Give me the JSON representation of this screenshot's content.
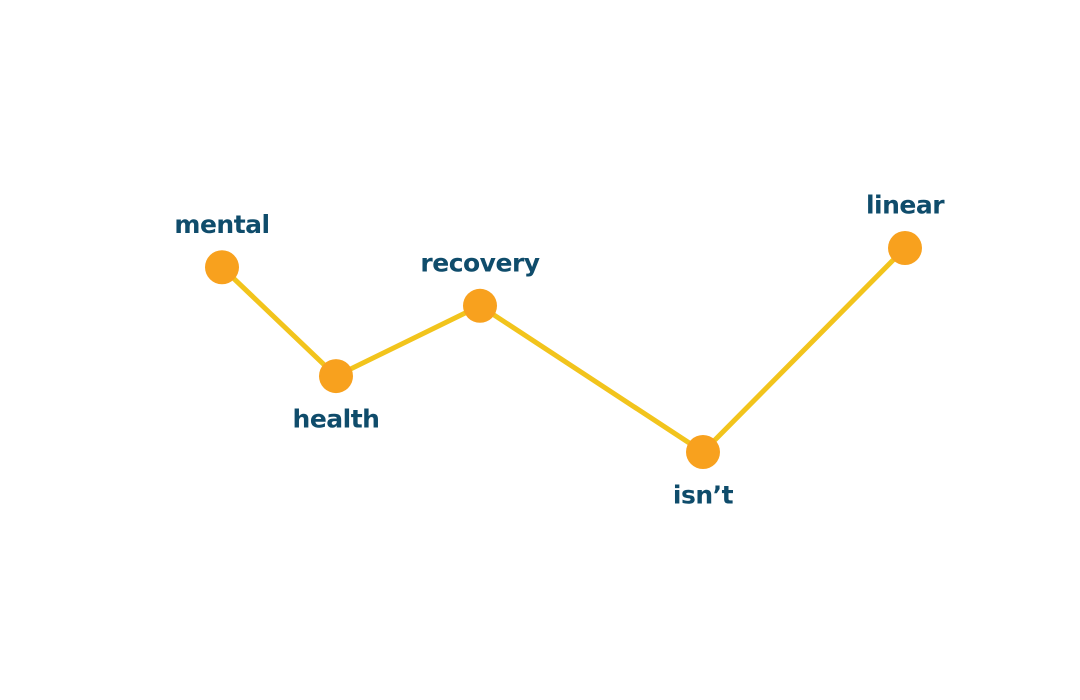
{
  "chart_data": {
    "type": "line",
    "title": "",
    "xlabel": "",
    "ylabel": "",
    "grid": false,
    "x": [
      0,
      1.14,
      2.58,
      4.81,
      6.83
    ],
    "values": [
      4.26,
      2.34,
      3.58,
      1.0,
      4.6
    ],
    "labels": [
      "mental",
      "health",
      "recovery",
      "isn’t",
      "linear"
    ],
    "label_side": [
      "above",
      "below",
      "above",
      "below",
      "above"
    ],
    "xlim": [
      0,
      6.83
    ],
    "ylim": [
      1.0,
      4.6
    ],
    "colors": {
      "line": "#f2c41c",
      "marker": "#f8a11e",
      "text": "#0f4c6b"
    }
  }
}
